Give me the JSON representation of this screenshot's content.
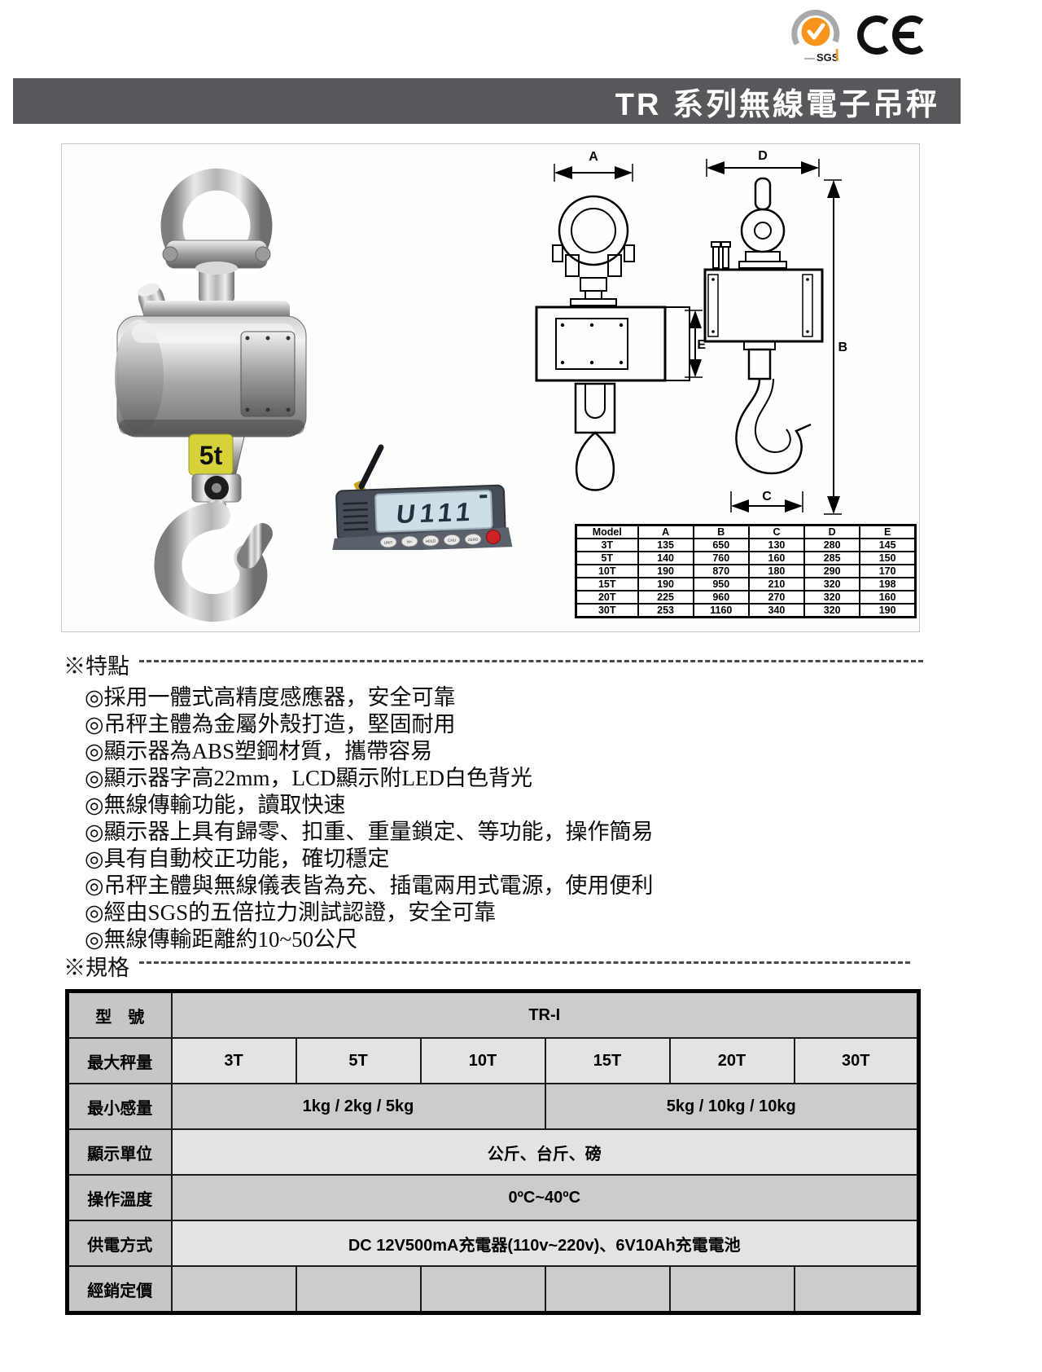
{
  "header": {
    "title": "TR 系列無線電子吊秤"
  },
  "certifications": {
    "sgs_label": "SGS",
    "ce_label": "CE"
  },
  "product": {
    "capacity_badge": "5t",
    "indicator": {
      "lcd": "U111",
      "buttons": [
        "UNIT",
        "M+",
        "HOLD",
        "CHU",
        "ZERO"
      ]
    }
  },
  "diagram": {
    "labels": {
      "a": "A",
      "b": "B",
      "c": "C",
      "d": "D",
      "e": "E"
    }
  },
  "dim_table": {
    "headers": [
      "Model",
      "A",
      "B",
      "C",
      "D",
      "E"
    ],
    "rows": [
      [
        "3T",
        "135",
        "650",
        "130",
        "280",
        "145"
      ],
      [
        "5T",
        "140",
        "760",
        "160",
        "285",
        "150"
      ],
      [
        "10T",
        "190",
        "870",
        "180",
        "290",
        "170"
      ],
      [
        "15T",
        "190",
        "950",
        "210",
        "320",
        "198"
      ],
      [
        "20T",
        "225",
        "960",
        "270",
        "320",
        "160"
      ],
      [
        "30T",
        "253",
        "1160",
        "340",
        "320",
        "190"
      ]
    ]
  },
  "features": {
    "heading": "※特點",
    "items": [
      "◎採用一體式高精度感應器，安全可靠",
      "◎吊秤主體為金屬外殼打造，堅固耐用",
      "◎顯示器為ABS塑鋼材質，攜帶容易",
      "◎顯示器字高22mm，LCD顯示附LED白色背光",
      "◎無線傳輸功能，讀取快速",
      "◎顯示器上具有歸零、扣重、重量鎖定、等功能，操作簡易",
      "◎具有自動校正功能，確切穩定",
      "◎吊秤主體與無線儀表皆為充、插電兩用式電源，使用便利",
      "◎經由SGS的五倍拉力測試認證，安全可靠",
      "◎無線傳輸距離約10~50公尺"
    ]
  },
  "specs": {
    "heading": "※規格",
    "rows": [
      {
        "label": "型　號",
        "cells": [
          {
            "text": "TR-I",
            "span": 6
          }
        ]
      },
      {
        "label": "最大秤量",
        "cells": [
          {
            "text": "3T",
            "span": 1
          },
          {
            "text": "5T",
            "span": 1
          },
          {
            "text": "10T",
            "span": 1
          },
          {
            "text": "15T",
            "span": 1
          },
          {
            "text": "20T",
            "span": 1
          },
          {
            "text": "30T",
            "span": 1
          }
        ]
      },
      {
        "label": "最小感量",
        "cells": [
          {
            "text": "1kg / 2kg / 5kg",
            "span": 3
          },
          {
            "text": "5kg / 10kg /  10kg",
            "span": 3
          }
        ]
      },
      {
        "label": "顯示單位",
        "cells": [
          {
            "text": "公斤、台斤、磅",
            "span": 6
          }
        ]
      },
      {
        "label": "操作溫度",
        "cells": [
          {
            "text": "0ºC~40ºC",
            "span": 6
          }
        ]
      },
      {
        "label": "供電方式",
        "cells": [
          {
            "text": "DC 12V500mA充電器(110v~220v)、6V10Ah充電電池",
            "span": 6
          }
        ]
      },
      {
        "label": "經銷定價",
        "cells": [
          {
            "text": "",
            "span": 1
          },
          {
            "text": "",
            "span": 1
          },
          {
            "text": "",
            "span": 1
          },
          {
            "text": "",
            "span": 1
          },
          {
            "text": "",
            "span": 1
          },
          {
            "text": "",
            "span": 1
          }
        ]
      }
    ]
  }
}
